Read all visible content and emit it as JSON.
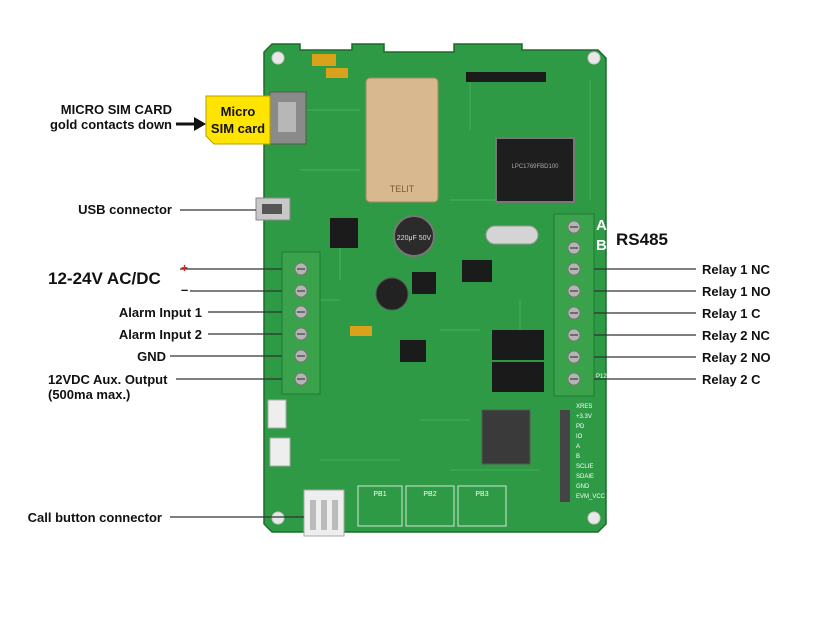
{
  "left_labels": {
    "sim_title": "MICRO SIM CARD",
    "sim_sub": "gold contacts down",
    "usb": "USB connector",
    "power": "12-24V AC/DC",
    "alarm1": "Alarm Input 1",
    "alarm2": "Alarm Input 2",
    "gnd": "GND",
    "aux_output": "12VDC Aux. Output",
    "aux_output_sub": "(500ma max.)",
    "call_button": "Call button connector"
  },
  "sim_card": {
    "line1": "Micro",
    "line2": "SIM card"
  },
  "polarity": {
    "plus": "+",
    "minus": "–"
  },
  "rs485": {
    "a": "A",
    "b": "B",
    "label": "RS485"
  },
  "right_labels": {
    "relay1_nc": "Relay 1 NC",
    "relay1_no": "Relay 1 NO",
    "relay1_c": "Relay 1 C",
    "relay2_nc": "Relay 2 NC",
    "relay2_no": "Relay 2 NO",
    "relay2_c": "Relay 2 C"
  },
  "board": {
    "module_brand": "TELIT",
    "mcu_marking": "LPC1769FBD100",
    "cap_marking": "220μF 50V",
    "silk": {
      "pb1": "PB1",
      "pb2": "PB2",
      "pb3": "PB3",
      "header_pins": [
        "+3.3V",
        "PD",
        "IO",
        "A",
        "B",
        "SCLIE",
        "SDAIE",
        "GND",
        "EVM_VCC"
      ],
      "xres": "XRES",
      "p12": "P12"
    }
  },
  "colors": {
    "pcb": "#2e9a45",
    "pcb_dark": "#1f7a33",
    "terminal": "#3aa24a",
    "sim_yellow": "#ffe400",
    "polarity_plus": "#e02020",
    "rs485_text": "#ffffff"
  }
}
